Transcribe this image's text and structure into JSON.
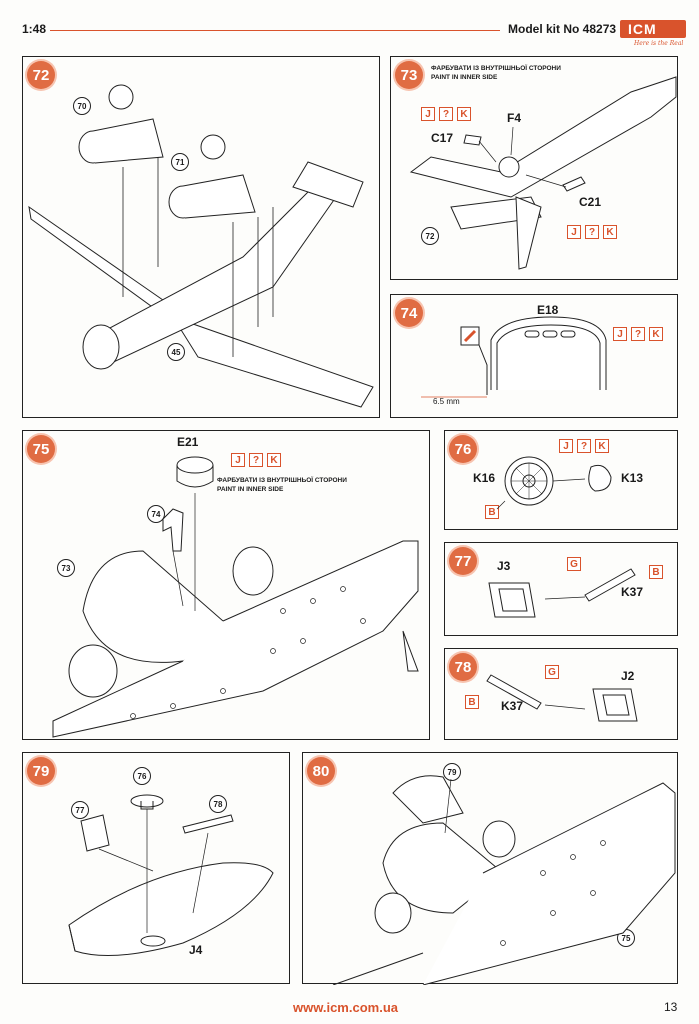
{
  "header": {
    "scale": "1:48",
    "kit": "Model kit No 48273",
    "logo": "ICM",
    "tagline": "Here is the Real"
  },
  "footer": {
    "url": "www.icm.com.ua",
    "page": "13"
  },
  "steps": {
    "s72": {
      "num": "72",
      "refs": [
        "70",
        "71",
        "45"
      ]
    },
    "s73": {
      "num": "73",
      "note1": "ФАРБУВАТИ ІЗ ВНУТРІШНЬОЇ СТОРОНИ",
      "note2": "PAINT IN INNER SIDE",
      "parts": [
        "C17",
        "F4",
        "C21"
      ],
      "ref": "72",
      "colors1": [
        "J",
        "?",
        "K"
      ],
      "colors2": [
        "J",
        "?",
        "K"
      ]
    },
    "s74": {
      "num": "74",
      "part": "E18",
      "dim": "6.5 mm",
      "colors": [
        "J",
        "?",
        "K"
      ]
    },
    "s75": {
      "num": "75",
      "part": "E21",
      "note1": "ФАРБУВАТИ ІЗ ВНУТРІШНЬОЇ СТОРОНИ",
      "note2": "PAINT IN INNER SIDE",
      "refs": [
        "74",
        "73"
      ],
      "colors": [
        "J",
        "?",
        "K"
      ]
    },
    "s76": {
      "num": "76",
      "parts": [
        "K16",
        "K13"
      ],
      "colors": [
        "J",
        "?",
        "K"
      ],
      "color2": "B"
    },
    "s77": {
      "num": "77",
      "parts": [
        "J3",
        "K37"
      ],
      "colors": [
        "G",
        "B"
      ]
    },
    "s78": {
      "num": "78",
      "parts": [
        "J2",
        "K37"
      ],
      "colors": [
        "G",
        "B"
      ]
    },
    "s79": {
      "num": "79",
      "refs": [
        "76",
        "77",
        "78"
      ],
      "part": "J4"
    },
    "s80": {
      "num": "80",
      "refs": [
        "79",
        "75"
      ]
    }
  },
  "colors": {
    "accent": "#d9532c",
    "badge": "#e06c43",
    "line": "#222222"
  }
}
